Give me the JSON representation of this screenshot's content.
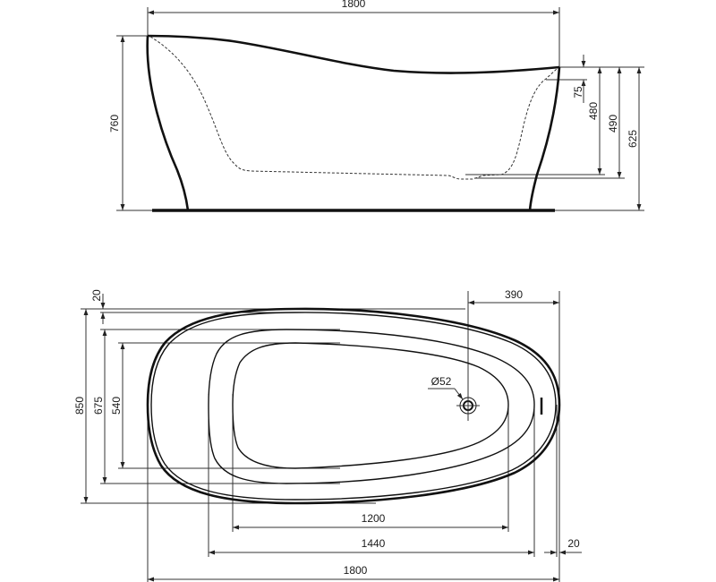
{
  "drawing": {
    "type": "technical bathtub dimension drawing",
    "colors": {
      "line": "#111111",
      "dimension": "#333333",
      "background": "#ffffff"
    }
  },
  "side_view": {
    "overall_length": "1800",
    "overall_height": "760",
    "overflow_offset": "75",
    "inner_depth_to_floor": "480",
    "depth_to_waste": "490",
    "rim_height_at_foot": "625"
  },
  "plan_view": {
    "rim_edge_offset_top": "20",
    "overall_width": "850",
    "inner_rim_width": "675",
    "basin_width": "540",
    "drain_diameter": "Ø52",
    "drain_to_end": "390",
    "basin_length": "1200",
    "inner_rim_length": "1440",
    "overall_length": "1800",
    "rim_edge_offset_end": "20"
  }
}
